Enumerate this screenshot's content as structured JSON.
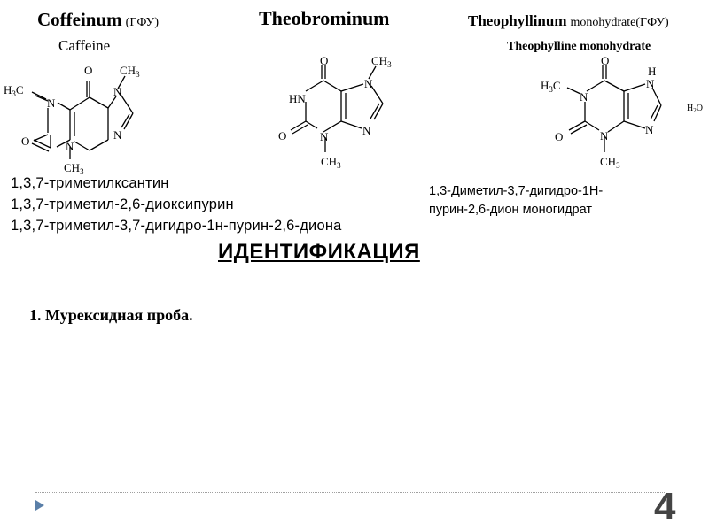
{
  "compounds": [
    {
      "latin": "Coffeinum",
      "suffix": "(ГФУ)",
      "english": "Caffeine"
    },
    {
      "latin": "Theobrominum",
      "suffix": "",
      "english": ""
    },
    {
      "latin": "Theophyllinum",
      "suffix": "monohydrate(ГФУ)",
      "english": "Theophylline monohydrate"
    }
  ],
  "caffeine_names": [
    "1,3,7-триметилксантин",
    "1,3,7-триметил-2,6-диоксипурин",
    "1,3,7-триметил-3,7-дигидро-1н-пурин-2,6-диона"
  ],
  "theophylline_names": [
    "1,3-Диметил-3,7-дигидро-1Н-",
    "пурин-2,6-дион моногидрат"
  ],
  "heading": "ИДЕНТИФИКАЦИЯ",
  "test_item": "1. Мурексидная проба.",
  "page_number": "4",
  "atoms": {
    "O": "O",
    "N": "N",
    "HN": "HN",
    "H": "H",
    "CH": "CH",
    "H3C": "H",
    "C": "C",
    "sub3": "3",
    "H2O_H": "H",
    "H2O_2": "2",
    "H2O_O": "O"
  },
  "colors": {
    "footer_arrow": "#5a7fa8",
    "page_number": "#444444"
  }
}
